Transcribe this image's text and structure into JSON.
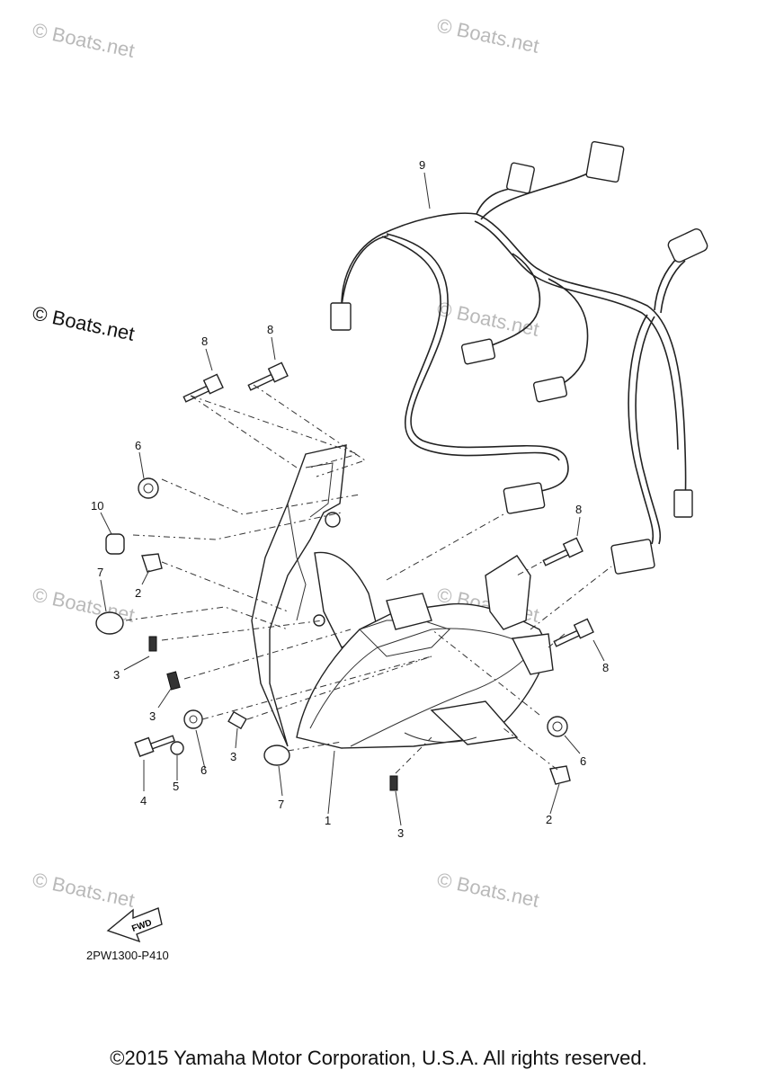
{
  "watermark": "© Boats.net",
  "callouts": {
    "n1": "1",
    "n2": "2",
    "n3": "3",
    "n4": "4",
    "n5": "5",
    "n6": "6",
    "n7": "7",
    "n8": "8",
    "n9": "9",
    "n10": "10"
  },
  "fwd_label": "FWD",
  "diagram_code": "2PW1300-P410",
  "copyright": "©2015 Yamaha Motor Corporation, U.S.A. All rights reserved."
}
